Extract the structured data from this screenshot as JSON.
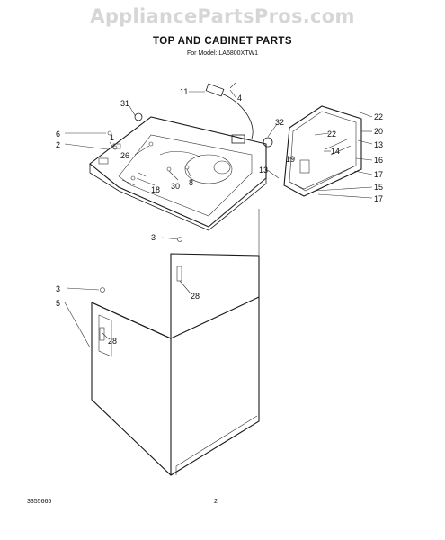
{
  "watermark": "AppliancePartsPros.com",
  "title": "TOP AND CABINET PARTS",
  "subtitle": "For Model: LA6800XTW1",
  "footer": {
    "doc_number": "3355665",
    "page": "2"
  },
  "callouts": {
    "c11": "11",
    "c4": "4",
    "c31": "31",
    "c32": "32",
    "c6": "6",
    "c2": "2",
    "c1": "1",
    "c26": "26",
    "c30": "30",
    "c8": "8",
    "c18": "18",
    "c22a": "22",
    "c22b": "22",
    "c20": "20",
    "c13a": "13",
    "c14": "14",
    "c16": "16",
    "c17a": "17",
    "c19": "19",
    "c13b": "13",
    "c15": "15",
    "c17b": "17",
    "c3a": "3",
    "c28a": "28",
    "c3b": "3",
    "c5": "5",
    "c28b": "28"
  }
}
